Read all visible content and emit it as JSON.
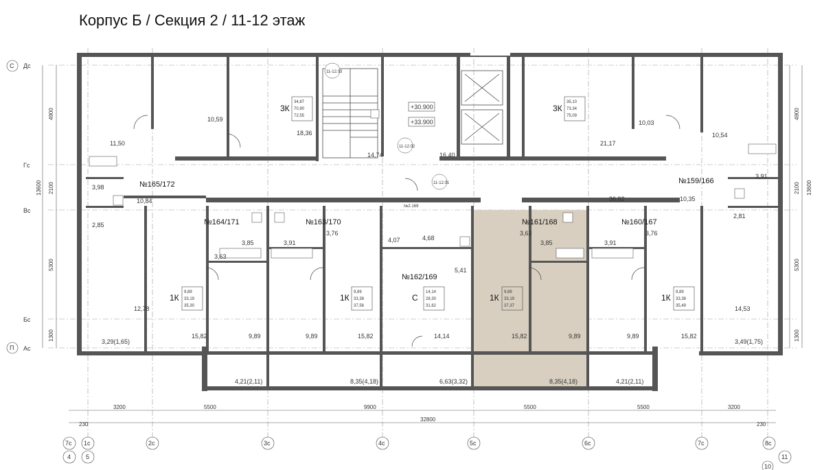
{
  "title": "Корпус Б / Секция 2 / 11-12 этаж",
  "highlight_color": "#d8cfc0",
  "wall_color": "#555555",
  "apartments": [
    {
      "no": "№165/172"
    },
    {
      "no": "№164/171"
    },
    {
      "no": "№163/170"
    },
    {
      "no": "№162/169"
    },
    {
      "no": "№161/168"
    },
    {
      "no": "№160/167"
    },
    {
      "no": "№159/166"
    }
  ],
  "unit_cards": [
    {
      "type": "3К",
      "a": "34,87",
      "b": "70,90",
      "c": "72,55"
    },
    {
      "type": "3К",
      "a": "35,10",
      "b": "73,34",
      "c": "75,09"
    },
    {
      "type": "1К",
      "a": "9,89",
      "b": "33,19",
      "c": "35,30"
    },
    {
      "type": "1К",
      "a": "9,89",
      "b": "33,38",
      "c": "37,56"
    },
    {
      "type": "С",
      "a": "14,14",
      "b": "28,30",
      "c": "31,62"
    },
    {
      "type": "1К",
      "a": "9,89",
      "b": "33,19",
      "c": "37,37"
    },
    {
      "type": "1К",
      "a": "9,89",
      "b": "33,38",
      "c": "35,49"
    }
  ],
  "room_areas": [
    "10,59",
    "18,36",
    "11,50",
    "3,98",
    "10,84",
    "2,85",
    "3,63",
    "3,85",
    "3,91",
    "3,76",
    "12,78",
    "15,82",
    "9,89",
    "9,89",
    "15,82",
    "3,29(1,65)",
    "4,07",
    "4,68",
    "5,41",
    "14,14",
    "3,63",
    "3,85",
    "3,91",
    "3,76",
    "15,82",
    "9,89",
    "9,89",
    "15,82",
    "14,74",
    "16,40",
    "10,03",
    "21,17",
    "10,54",
    "3,91",
    "36,92",
    "10,35",
    "2,81",
    "14,53",
    "3,49(1,75)",
    "4,21(2,11)",
    "8,35(4,18)",
    "6,63(3,32)",
    "8,35(4,18)",
    "4,21(2,11)"
  ],
  "elevations": [
    "+30.900",
    "+33.900"
  ],
  "marks": [
    "11-12.03",
    "11-12.02",
    "11-12.01",
    "№2.169"
  ],
  "dimensions": {
    "bottom_spans": [
      "3200",
      "5500",
      "9900",
      "5500",
      "5500",
      "3200"
    ],
    "total": "32800",
    "offsets": [
      "230",
      "230"
    ],
    "left_vertical": [
      "4900",
      "2100",
      "5300",
      "1300"
    ],
    "left_total": "13600",
    "right_vertical": [
      "4900",
      "2100",
      "5300",
      "1300"
    ],
    "right_total": "13600"
  },
  "axes": {
    "rows": [
      "Дс",
      "Гс",
      "Вс",
      "Бс",
      "Ас"
    ],
    "row_letters": [
      "С",
      "П"
    ],
    "bottom": [
      "7с",
      "1с",
      "2с",
      "3с",
      "4с",
      "5с",
      "6с",
      "7с",
      "8с"
    ],
    "bottom_extra": [
      "4",
      "5",
      "11",
      "10"
    ]
  }
}
